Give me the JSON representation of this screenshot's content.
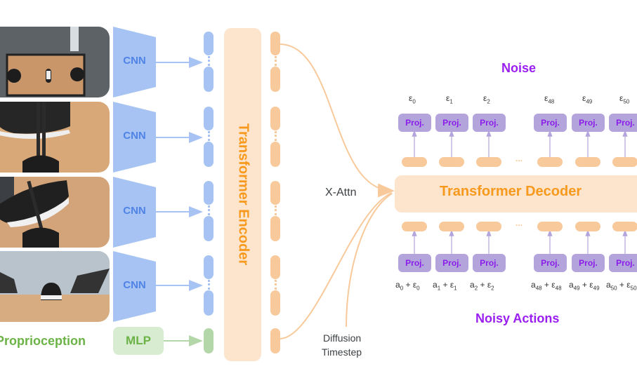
{
  "encoder": {
    "inputs": [
      {
        "kind": "image",
        "description": "overhead view of robot workcell with two arms and shoe",
        "encoder_label": "CNN"
      },
      {
        "kind": "image",
        "description": "wrist camera close-up of shoe and gripper",
        "encoder_label": "CNN"
      },
      {
        "kind": "image",
        "description": "wrist camera close-up of shoe on wooden table",
        "encoder_label": "CNN"
      },
      {
        "kind": "image",
        "description": "low front camera view of shoe between robot arms",
        "encoder_label": "CNN"
      }
    ],
    "proprioception": {
      "label": "Proprioception",
      "encoder_label": "MLP"
    },
    "transformer_label": "Transformer Encoder"
  },
  "cross_attention_label": "X-Attn",
  "timestep_label_line1": "Diffusion",
  "timestep_label_line2": "Timestep",
  "decoder": {
    "label": "Transformer Decoder",
    "noise_title": "Noise",
    "noisy_actions_title": "Noisy Actions",
    "proj_label": "Proj.",
    "ellipsis": "...",
    "outputs": [
      {
        "symbol": "ε",
        "index": "0"
      },
      {
        "symbol": "ε",
        "index": "1"
      },
      {
        "symbol": "ε",
        "index": "2"
      },
      {
        "symbol": "ε",
        "index": "48"
      },
      {
        "symbol": "ε",
        "index": "49"
      },
      {
        "symbol": "ε",
        "index": "50"
      }
    ],
    "inputs": [
      {
        "a": "a",
        "a_index": "0",
        "plus": " + ",
        "e": "ε",
        "e_index": "0"
      },
      {
        "a": "a",
        "a_index": "1",
        "plus": " + ",
        "e": "ε",
        "e_index": "1"
      },
      {
        "a": "a",
        "a_index": "2",
        "plus": " + ",
        "e": "ε",
        "e_index": "2"
      },
      {
        "a": "a",
        "a_index": "48",
        "plus": " + ",
        "e": "ε",
        "e_index": "48"
      },
      {
        "a": "a",
        "a_index": "49",
        "plus": " + ",
        "e": "ε",
        "e_index": "49"
      },
      {
        "a": "a",
        "a_index": "50",
        "plus": " + ",
        "e": "ε",
        "e_index": "50"
      }
    ]
  },
  "colors": {
    "image_token": "#a6c3f3",
    "proprio_token": "#b3d7a9",
    "encoder_output": "#f8c99a",
    "transformer_fill": "#fde4cc",
    "transformer_text": "#f7991c",
    "proj_fill": "#b4a4dc",
    "purple_text": "#9a1ef0",
    "green_text": "#6bb346",
    "cnn_text": "#4f83e6"
  }
}
